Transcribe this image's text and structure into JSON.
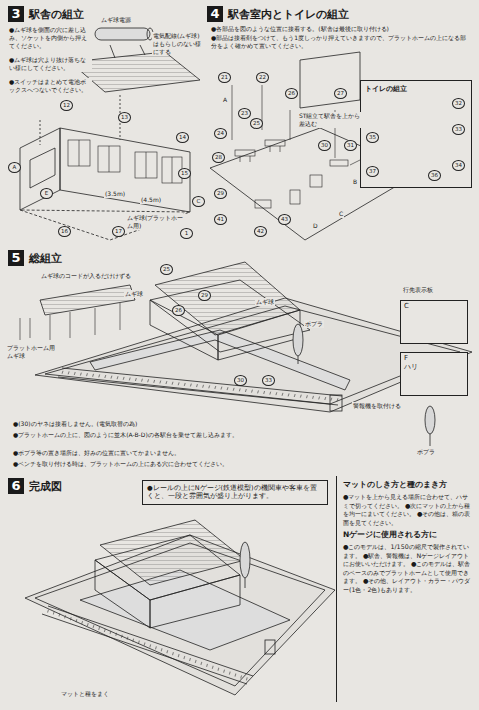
{
  "diagram": {
    "nodes": [
      {
        "text": [
          "3",
          "駅舎の組立"
        ]
      },
      {
        "text": [
          "4",
          "駅舎室内とトイレの組立"
        ]
      },
      {
        "text": [
          "トイレの組立"
        ]
      },
      {
        "text": [
          "5",
          "総組立"
        ]
      },
      {
        "text": [
          "C"
        ]
      },
      {
        "text": [
          "F",
          "ハリ"
        ]
      },
      {
        "text": [
          "6",
          "完成図"
        ]
      },
      {
        "text": [
          "●レールの上にNゲージ(鉄道模型)の機関車や客車を置くと、一段と雰囲気が盛り上がります。"
        ]
      },
      {
        "text": [
          "マットのしき方と種のまき方",
          "●マットを上から見える場所に合わせて、ハサミで切ってください。 ●次にマットの上から種を均一にまいてください。 ●その他は、箱の表面を見てください。",
          "Nゲージに使用される方に",
          "●このモデルは、1/150の縮尺で製作されています。 ●駅舎、警報機は、Nゲージレイアウトにお使いいただけます。 ●このモデルは、駅舎のベースのみでプラットホームとして使用できます。 ●その他、レイアウト・カラー・パウダー(1色・2色)もあります。"
        ]
      }
    ],
    "labels": [
      "●ムギ球を側面の穴に差し込み、ソケットを内側から押えてください。",
      "●ムギ球は穴より抜け落ちない様にしてください。",
      "●スイッチはまとめて電池ボックスへつないでください。",
      "ムギ球電源",
      "電気配線(ムギ球)はもらしのない様にする",
      "12",
      "13",
      "14",
      "A",
      "E",
      "(3.5m)",
      "(4.5m)",
      "15",
      "C",
      "16",
      "17",
      "ムギ球(プラットホーム用)",
      "1",
      "●各部品を図のような位置に接着する。(駅舎は最後に取り付ける)",
      "●部品は接着剤をつけて、もう1度しっかり押えていきますので、プラットホームの上になる部分をよく確かめて置いてください。",
      "ST組立て駅舎を上から差込む",
      "21",
      "22",
      "23",
      "24",
      "25",
      "26",
      "27",
      "28",
      "29",
      "30",
      "31",
      "41",
      "42",
      "43",
      "A",
      "B",
      "D",
      "C",
      "32",
      "33",
      "34",
      "35",
      "36",
      "37",
      "ムギ球のコードが入るだけけずる",
      "ムギ球",
      "ムギ球",
      "プラットホーム用ムギ球",
      "25",
      "26",
      "29",
      "30",
      "33",
      "ポプラ",
      "警報機を取付ける",
      "行先表示板",
      "ポプラ",
      "●(30)のヤネは接着しません。(電気取替の為)",
      "●プラットホームの上に、図のように並木(A-B-D)の各駅台を乗せて差し込みます。",
      "●ポプラ等の置き場所は、好みの位置に置いてかまいません。",
      "●ベンチを取り付ける時は、プラットホームの上にある穴に合わせてください。",
      "マットと種をまく"
    ]
  }
}
